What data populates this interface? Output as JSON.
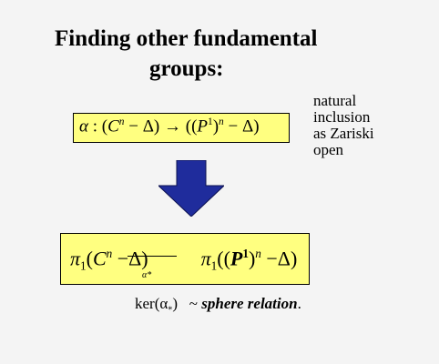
{
  "slide": {
    "title_line1": "Finding other fundamental",
    "title_line2": "groups:",
    "note_lines": [
      "natural",
      "inclusion",
      "as Zariski",
      "open"
    ],
    "formula1": {
      "alpha": "α",
      "colon": " : ",
      "open1": "(",
      "C": "C",
      "n": "n",
      "minus_delta1": " − Δ",
      "close1": ")",
      "arrow": " → ",
      "open2": "((",
      "P": "P",
      "one": "1",
      "close_p": ")",
      "n2": "n",
      "minus_delta2": " − Δ",
      "close2": ")"
    },
    "formula2": {
      "pi": "π",
      "one": "1",
      "open1": "(",
      "C": "C",
      "n": "n",
      "minus_delta1": " −Δ",
      "close1": ")",
      "pi2": "π",
      "one2": "1",
      "open2": "((",
      "P": "P",
      "one3": "1",
      "close_p": ")",
      "n2": "n",
      "minus_delta2": " −Δ",
      "close2": ")",
      "alpha_star": "α*"
    },
    "kernel": {
      "ker": "ker(α",
      "star": "*",
      "close": ")",
      "tilde": "   ~ ",
      "relation": "sphere relation",
      "period": "."
    },
    "colors": {
      "box_fill": "#ffff80",
      "arrow_fill": "#1f2c9c",
      "background": "#f4f4f4"
    }
  }
}
